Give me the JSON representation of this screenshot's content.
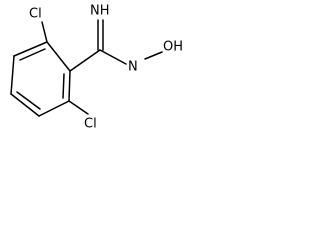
{
  "molecule": {
    "atoms": {
      "cl_top": "Cl",
      "cl_bottom": "Cl",
      "imine_nh": "NH",
      "amine_n": "N",
      "hydroxyl_oh": "OH"
    }
  }
}
